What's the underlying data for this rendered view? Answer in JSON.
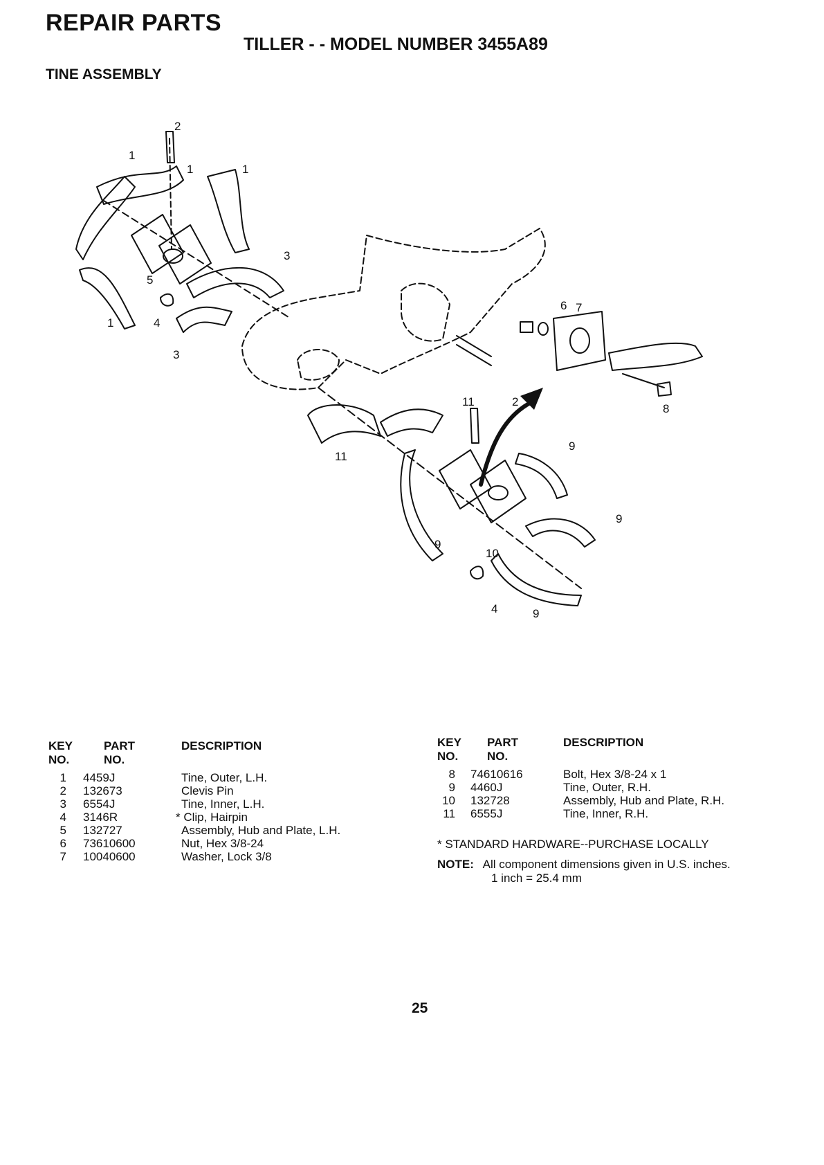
{
  "header": {
    "section_title": "REPAIR PARTS",
    "model_title": "TILLER - - MODEL NUMBER 3455A89",
    "assembly_title": "TINE ASSEMBLY"
  },
  "diagram": {
    "callouts": [
      "2",
      "1",
      "1",
      "1",
      "3",
      "5",
      "1",
      "4",
      "3",
      "6",
      "7",
      "8",
      "11",
      "2",
      "11",
      "9",
      "9",
      "9",
      "10",
      "4",
      "9"
    ]
  },
  "parts_left": {
    "headers": {
      "key": "KEY",
      "key2": "NO.",
      "part": "PART",
      "part2": "NO.",
      "description": "DESCRIPTION"
    },
    "rows": [
      {
        "key": "1",
        "part": "4459J",
        "description": "Tine, Outer, L.H."
      },
      {
        "key": "2",
        "part": "132673",
        "description": "Clevis Pin"
      },
      {
        "key": "3",
        "part": "6554J",
        "description": "Tine, Inner, L.H."
      },
      {
        "key": "4",
        "part": "3146R",
        "description": "* Clip, Hairpin"
      },
      {
        "key": "5",
        "part": "132727",
        "description": "Assembly, Hub and Plate, L.H."
      },
      {
        "key": "6",
        "part": "73610600",
        "description": "Nut, Hex 3/8-24"
      },
      {
        "key": "7",
        "part": "10040600",
        "description": "Washer, Lock 3/8"
      }
    ]
  },
  "parts_right": {
    "headers": {
      "key": "KEY",
      "key2": "NO.",
      "part": "PART",
      "part2": "NO.",
      "description": "DESCRIPTION"
    },
    "rows": [
      {
        "key": "8",
        "part": "74610616",
        "description": "Bolt, Hex 3/8-24 x 1"
      },
      {
        "key": "9",
        "part": "4460J",
        "description": "Tine, Outer, R.H."
      },
      {
        "key": "10",
        "part": "132728",
        "description": "Assembly, Hub and Plate, R.H."
      },
      {
        "key": "11",
        "part": "6555J",
        "description": "Tine, Inner, R.H."
      }
    ]
  },
  "notes": {
    "standard": "* STANDARD HARDWARE--PURCHASE LOCALLY",
    "note_label": "NOTE:",
    "note_text": "All component dimensions given in U.S. inches.",
    "note_text2": "1 inch = 25.4 mm"
  },
  "footer": {
    "page_number": "25"
  }
}
